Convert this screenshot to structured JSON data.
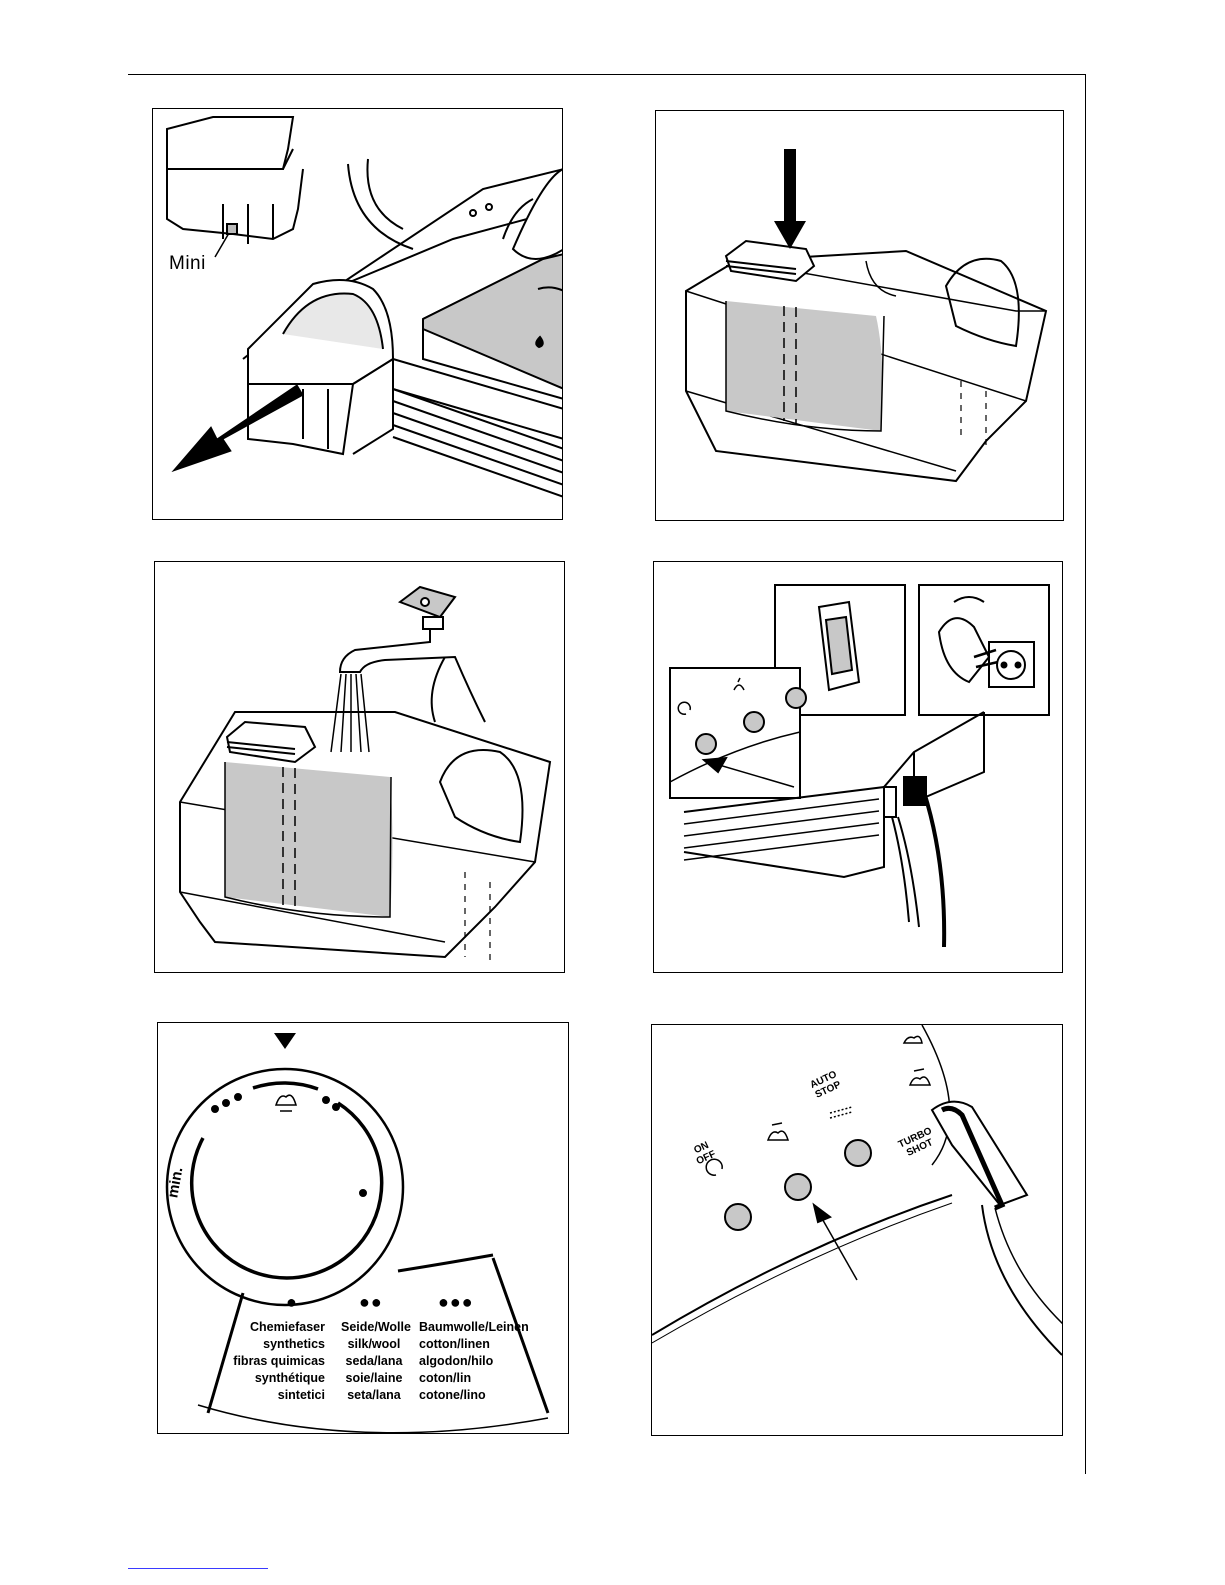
{
  "panel1": {
    "label_mini": "Mini"
  },
  "panel6": {
    "btn_onoff": "ON\nOFF",
    "btn_autostop": "AUTO\nSTOP",
    "btn_turbo": "TURBO\nSHOT"
  },
  "panel5": {
    "dial_min": "min.",
    "col1": {
      "dots": "●",
      "lines": [
        "Chemiefaser",
        "synthetics",
        "fibras quimicas",
        "synthétique",
        "sintetici"
      ]
    },
    "col2": {
      "dots": "●●",
      "lines": [
        "Seide/Wolle",
        "silk/wool",
        "seda/lana",
        "soie/laine",
        "seta/lana"
      ]
    },
    "col3": {
      "dots": "●●●",
      "lines": [
        "Baumwolle/Leinen",
        "cotton/linen",
        "algodon/hilo",
        "coton/lin",
        "cotone/lino"
      ]
    }
  }
}
